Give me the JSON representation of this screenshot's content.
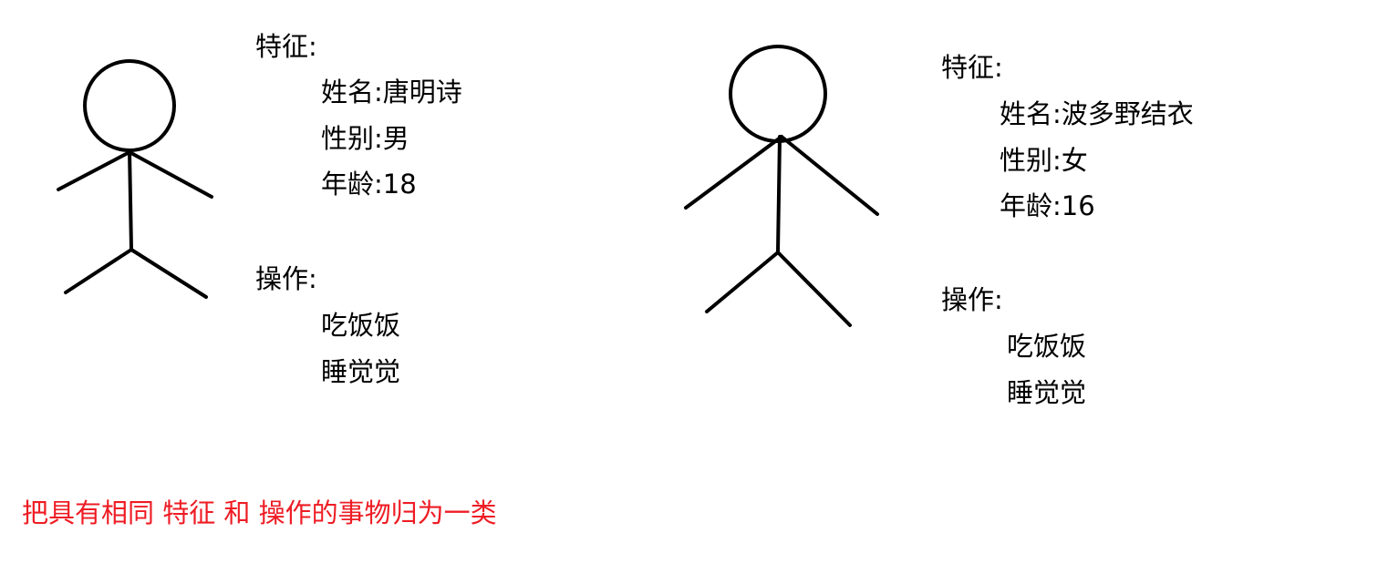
{
  "left_person": {
    "features_heading": "特征:",
    "name": "姓名:唐明诗",
    "gender": "性别:男",
    "age": "年龄:18",
    "actions_heading": "操作:",
    "action_1": "吃饭饭",
    "action_2": "睡觉觉"
  },
  "right_person": {
    "features_heading": "特征:",
    "name": "姓名:波多野结衣",
    "gender": "性别:女",
    "age": "年龄:16",
    "actions_heading": "操作:",
    "action_1": "吃饭饭",
    "action_2": "睡觉觉"
  },
  "caption": {
    "text": "把具有相同 特征 和 操作的事物归为一类",
    "color": "#ee1c24"
  }
}
